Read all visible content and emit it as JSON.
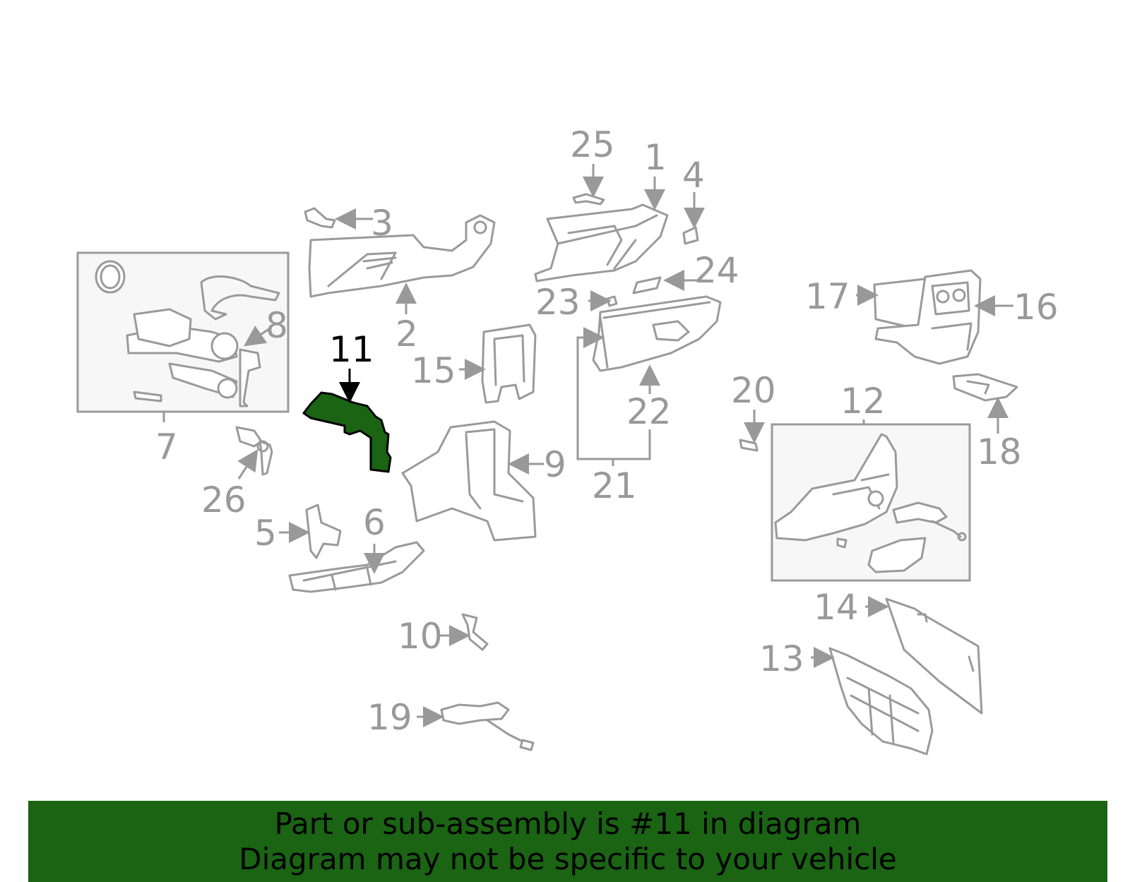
{
  "colors": {
    "highlight": "#1a6414",
    "lines": "#999999",
    "banner_bg": "#1a6414"
  },
  "callouts": {
    "c1": "1",
    "c2": "2",
    "c3": "3",
    "c4": "4",
    "c5": "5",
    "c6": "6",
    "c7": "7",
    "c8": "8",
    "c9": "9",
    "c10": "10",
    "c11": "11",
    "c12": "12",
    "c13": "13",
    "c14": "14",
    "c15": "15",
    "c16": "16",
    "c17": "17",
    "c18": "18",
    "c19": "19",
    "c20": "20",
    "c21": "21",
    "c22": "22",
    "c23": "23",
    "c24": "24",
    "c25": "25",
    "c26": "26"
  },
  "highlighted_part": "11",
  "banner": {
    "line1": "Part or sub-assembly is #11 in diagram",
    "line2": "Diagram may not be specific to your vehicle"
  }
}
